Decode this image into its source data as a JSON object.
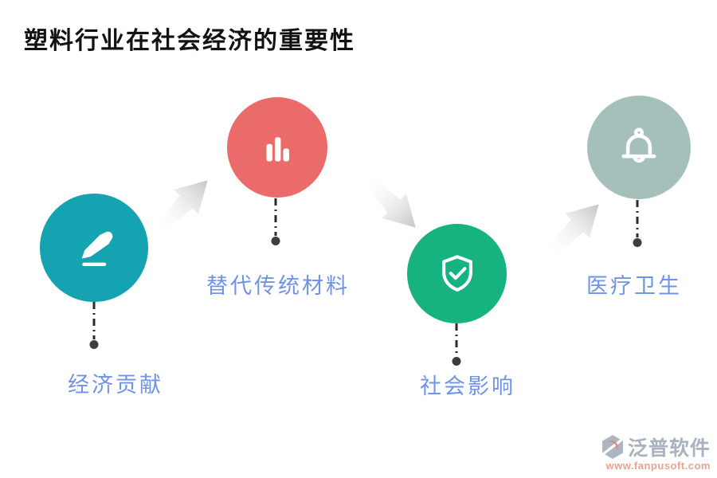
{
  "title": "塑料行业在社会经济的重要性",
  "colors": {
    "teal_circle": "#15A2B1",
    "coral_circle": "#EB6A6A",
    "green_circle": "#16B27F",
    "sage_circle": "#A5C0BA",
    "label_blue": "#7193E6",
    "arrow_gray": "#C5C5C5",
    "connector_dark": "#2B2B2B",
    "watermark_gray": "#9AA6B4",
    "watermark_orange": "#E49380"
  },
  "steps": [
    {
      "label": "经济贡献",
      "icon": "pencil-icon",
      "circle_color": "#15A2B1"
    },
    {
      "label": "替代传统材料",
      "icon": "bar-chart-icon",
      "circle_color": "#EB6A6A"
    },
    {
      "label": "社会影响",
      "icon": "shield-check-icon",
      "circle_color": "#16B27F"
    },
    {
      "label": "医疗卫生",
      "icon": "bell-icon",
      "circle_color": "#A5C0BA"
    }
  ],
  "watermark": {
    "brand": "泛普软件",
    "url": "www.fanpusoft.com"
  }
}
